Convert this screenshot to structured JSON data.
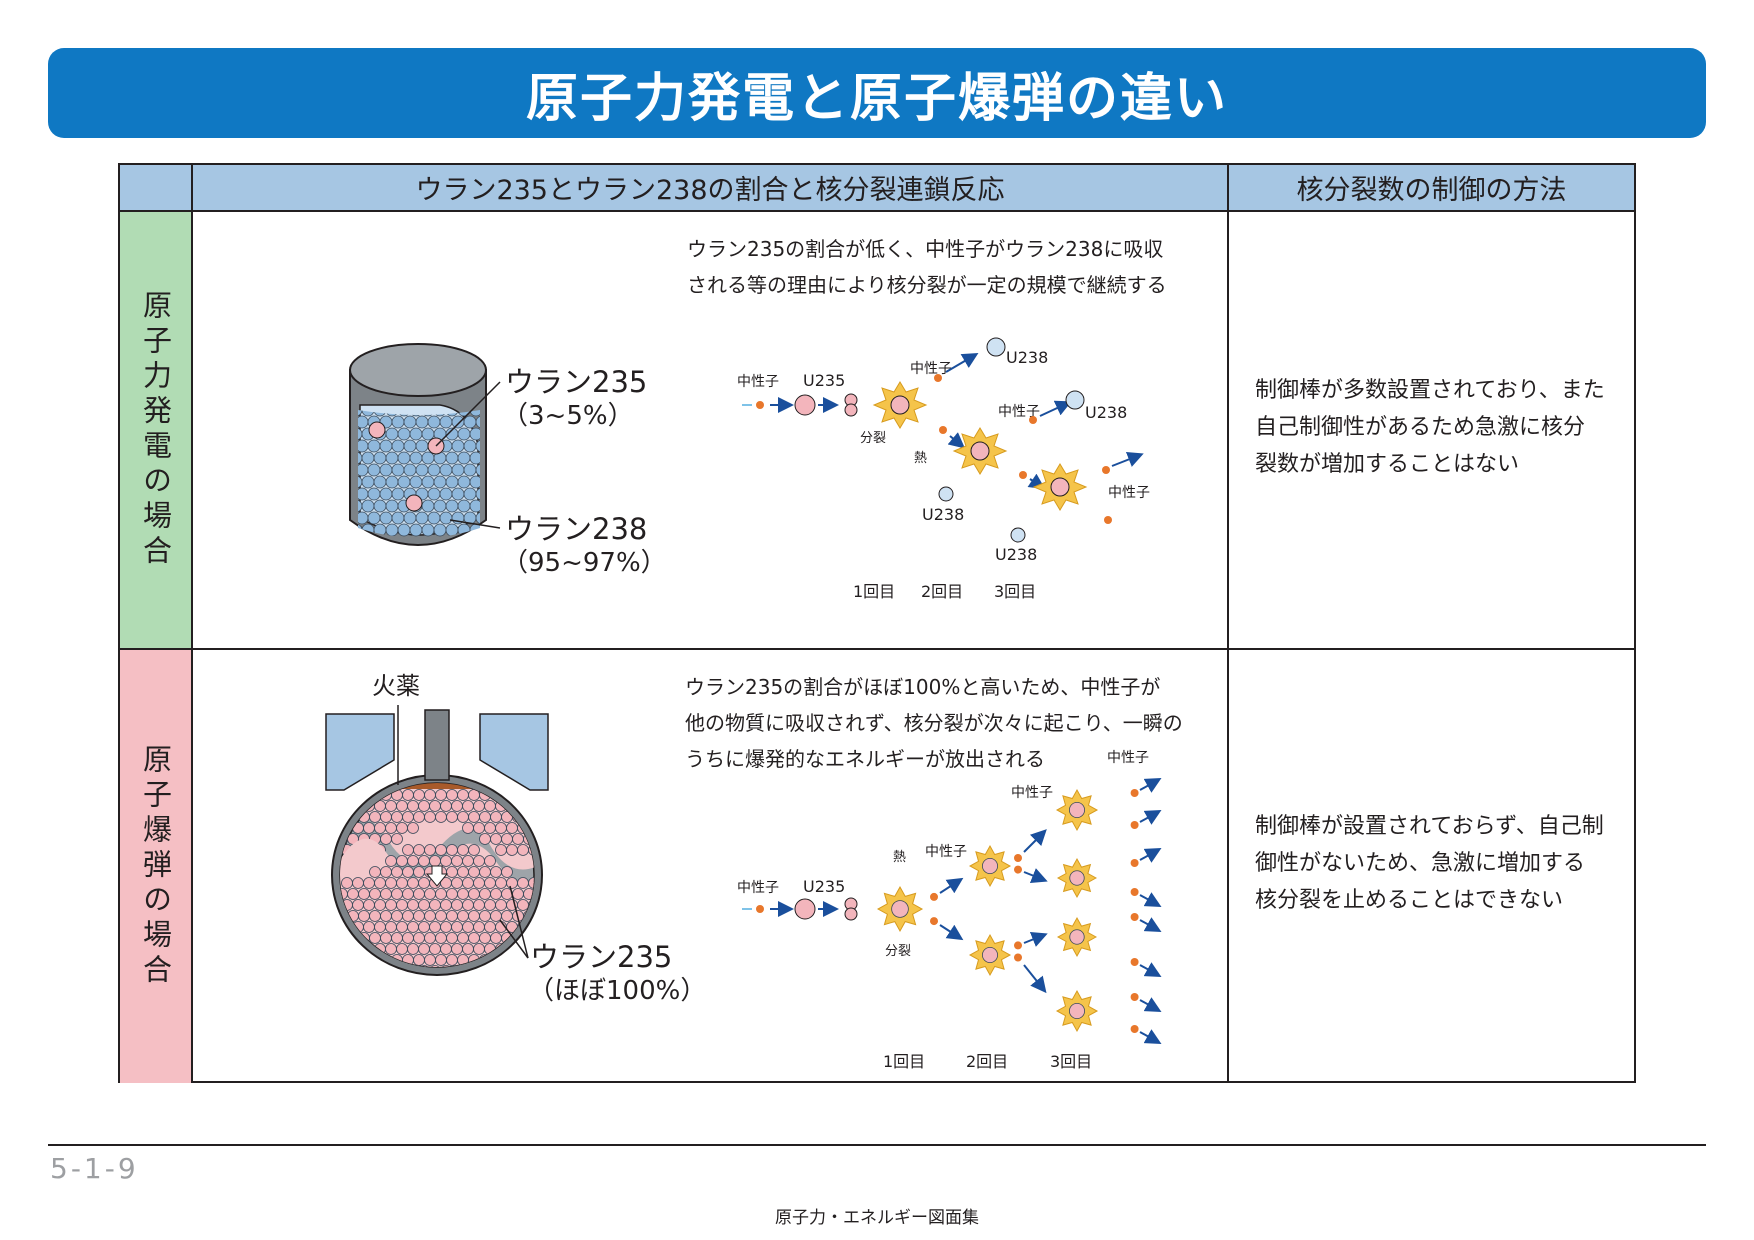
{
  "title": "原子力発電と原子爆弾の違い",
  "header": {
    "col_reaction": "ウラン235とウラン238の割合と核分裂連鎖反応",
    "col_control": "核分裂数の制御の方法"
  },
  "rows": [
    {
      "label": "原子力発電の場合",
      "description": [
        "ウラン235の割合が低く、中性子がウラン238に吸収",
        "される等の理由により核分裂が一定の規模で継続する"
      ],
      "fuel_labels": {
        "u235": "ウラン235",
        "u235_ratio": "（3~5%）",
        "u238": "ウラン238",
        "u238_ratio": "（95~97%）"
      },
      "diagram_labels": {
        "neutron": "中性子",
        "u235": "U235",
        "u238": "U238",
        "fission": "分裂",
        "heat": "熱"
      },
      "generations": [
        "1回目",
        "2回目",
        "3回目"
      ],
      "control": [
        "制御棒が多数設置されており、また",
        "自己制御性があるため急激に核分",
        "裂数が増加することはない"
      ]
    },
    {
      "label": "原子爆弾の場合",
      "description": [
        "ウラン235の割合がほぼ100%と高いため、中性子が",
        "他の物質に吸収されず、核分裂が次々に起こり、一瞬の",
        "うちに爆発的なエネルギーが放出される"
      ],
      "fuel_labels": {
        "explosive": "火薬",
        "u235": "ウラン235",
        "u235_ratio": "（ほぼ100%）"
      },
      "diagram_labels": {
        "neutron": "中性子",
        "u235": "U235",
        "fission": "分裂",
        "heat": "熱"
      },
      "generations": [
        "1回目",
        "2回目",
        "3回目"
      ],
      "control": [
        "制御棒が設置されておらず、自己制",
        "御性がないため、急激に増加する",
        "核分裂を止めることはできない"
      ]
    }
  ],
  "footer": {
    "page_number": "5-1-9",
    "caption": "原子力・エネルギー図面集"
  },
  "colors": {
    "title_bar": "#0f78c3",
    "header_bg": "#a6c6e3",
    "power_row_label_bg": "#b1dcb4",
    "bomb_row_label_bg": "#f5bfc4",
    "u238_ball": "#8fb8dc",
    "u235_ball": "#f3b5bc",
    "neutron": "#e8772b",
    "arrow": "#1a4f9c",
    "fission_burst": "#f5c44a"
  }
}
